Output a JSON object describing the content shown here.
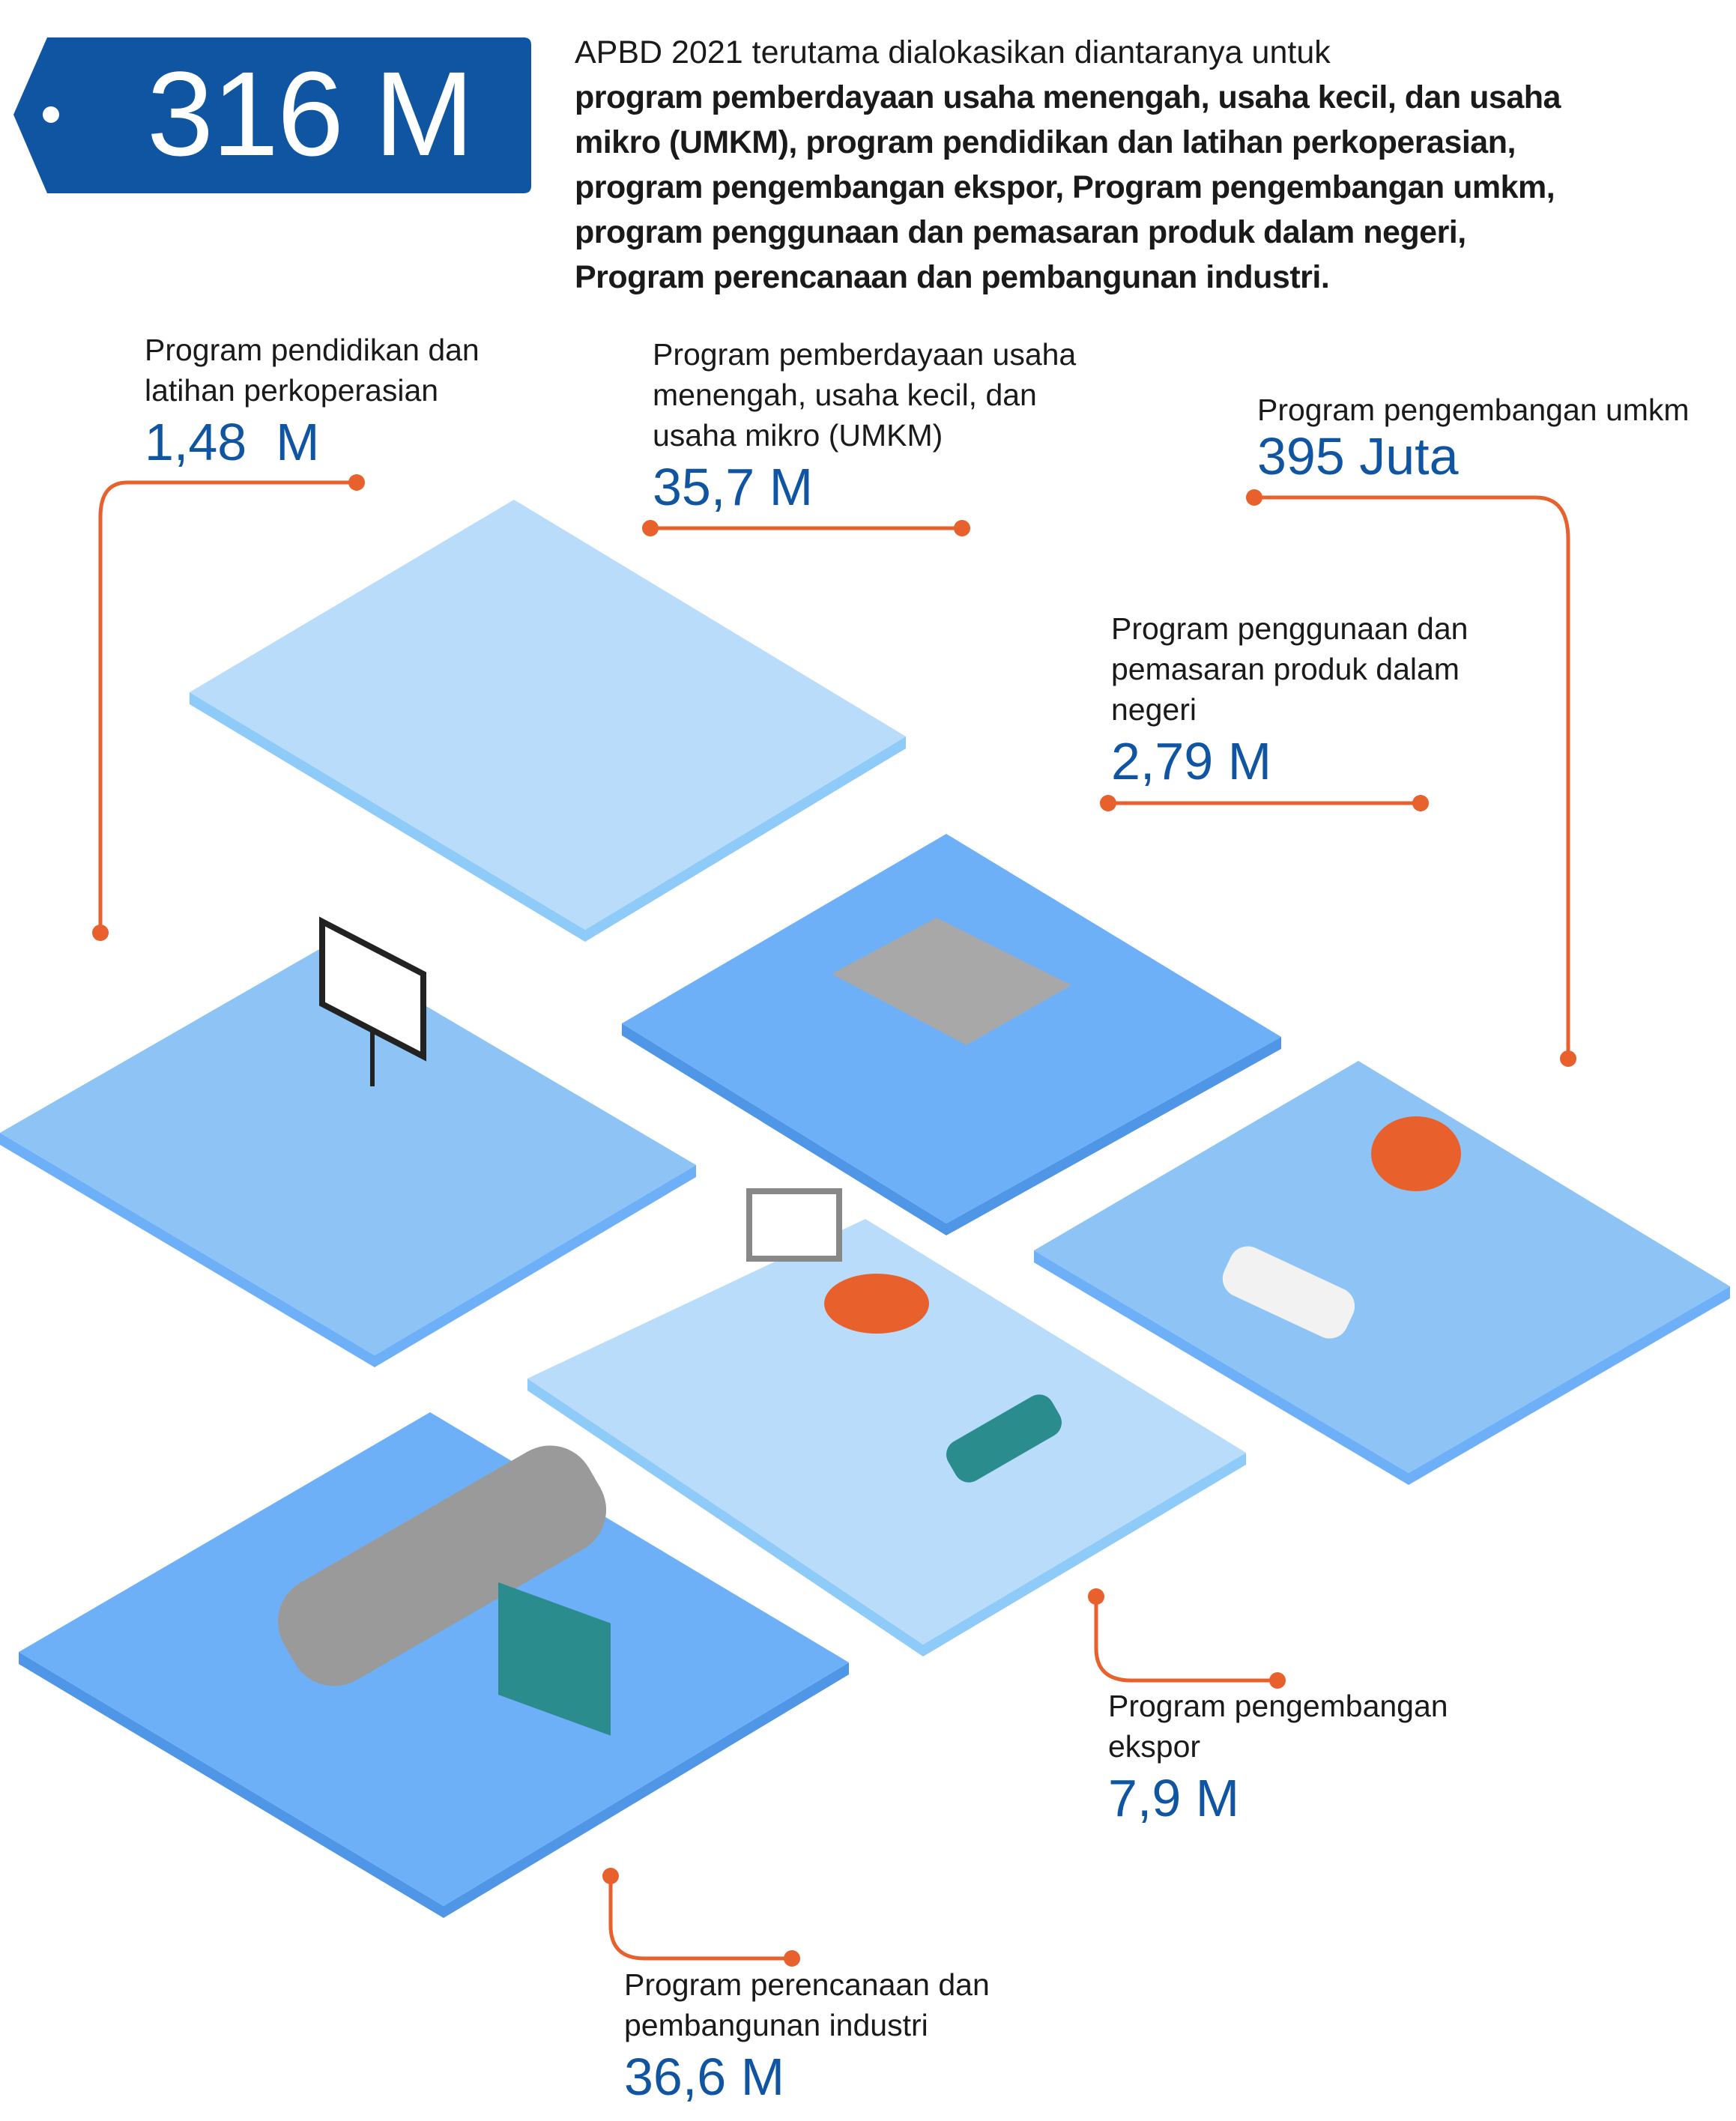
{
  "headline": {
    "amount": "316 M"
  },
  "intro": {
    "lead": "APBD 2021 terutama dialokasikan diantaranya untuk",
    "lines": [
      "program pemberdayaan usaha menengah, usaha kecil, dan usaha",
      "mikro (UMKM), program pendidikan dan latihan perkoperasian,",
      "program pengembangan ekspor, Program pengembangan umkm,",
      "program penggunaan dan pemasaran produk dalam negeri,",
      "Program perencanaan dan pembangunan industri."
    ]
  },
  "programs": [
    {
      "label_lines": [
        "Program pendidikan dan",
        "latihan perkoperasian"
      ],
      "value": "1,48  M"
    },
    {
      "label_lines": [
        "Program pemberdayaan usaha",
        "menengah, usaha kecil, dan",
        "usaha mikro (UMKM)"
      ],
      "value": "35,7 M"
    },
    {
      "label_lines": [
        "Program pengembangan umkm"
      ],
      "value": "395 Juta"
    },
    {
      "label_lines": [
        "Program penggunaan dan",
        "pemasaran produk dalam",
        "negeri"
      ],
      "value": "2,79 M"
    },
    {
      "label_lines": [
        "Program pengembangan",
        "ekspor"
      ],
      "value": "7,9 M"
    },
    {
      "label_lines": [
        "Program perencanaan dan",
        "pembangunan industri"
      ],
      "value": "36,6 M"
    }
  ],
  "colors": {
    "brand_blue": "#0f55a2",
    "leader_orange": "#e8602c",
    "platform_light": "#b9dcfb",
    "platform_mid": "#8ec4f5",
    "platform_dark": "#6eb0f7"
  }
}
